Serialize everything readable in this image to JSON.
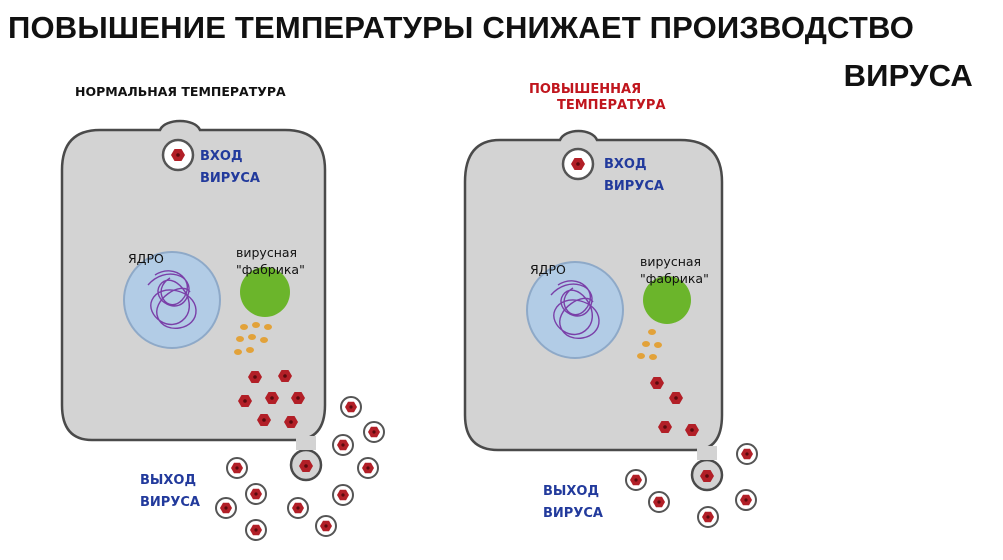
{
  "title": {
    "line1": "ПОВЫШЕНИЕ ТЕМПЕРАТУРЫ СНИЖАЕТ ПРОИЗВОДСТВО",
    "line2": "ВИРУСА"
  },
  "left_panel": {
    "condition": "НОРМАЛЬНАЯ ТЕМПЕРАТУРА",
    "entry_line1": "ВХОД",
    "entry_line2": "ВИРУСА",
    "nucleus": "ЯДРО",
    "factory_line1": "вирусная",
    "factory_line2": "\"фабрика\"",
    "exit_line1": "ВЫХОД",
    "exit_line2": "ВИРУСА"
  },
  "right_panel": {
    "condition_line1": "ПОВЫШЕННАЯ",
    "condition_line2": "ТЕМПЕРАТУРА",
    "entry_line1": "ВХОД",
    "entry_line2": "ВИРУСА",
    "nucleus": "ЯДРО",
    "factory_line1": "вирусная",
    "factory_line2": "\"фабрика\"",
    "exit_line1": "ВЫХОД",
    "exit_line2": "ВИРУСА"
  },
  "colors": {
    "cell_fill": "#d3d3d3",
    "cell_stroke": "#4a4a4a",
    "nucleus_fill": "#b2cce6",
    "dna": "#7a3fa8",
    "factory": "#6bb52b",
    "virus_particle": "#b21f27",
    "assembly_dots": "#e2a23a",
    "condition_normal": "#111111",
    "condition_high": "#c0151d",
    "virus_label": "#223a9c"
  }
}
